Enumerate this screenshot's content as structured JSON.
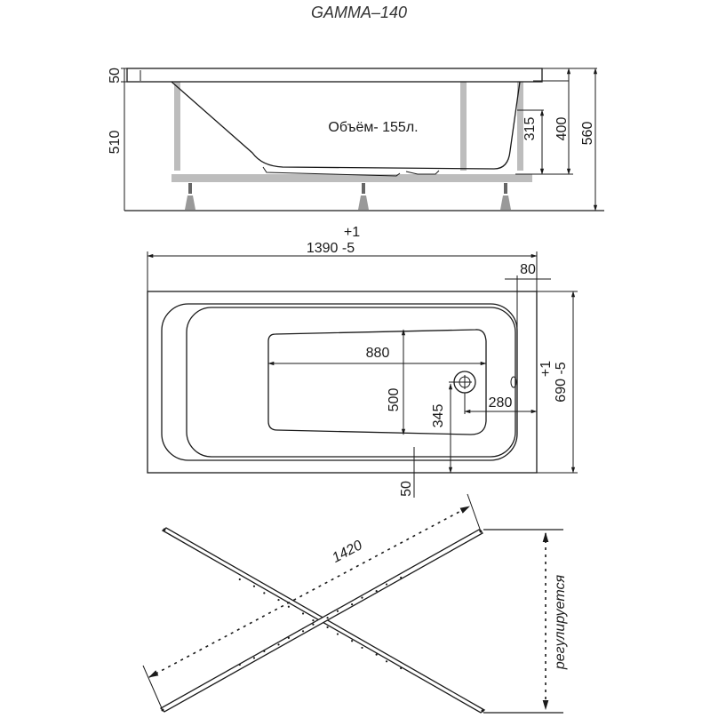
{
  "title": "GAMMA–140",
  "side_view": {
    "volume_label": "Объём- 155л.",
    "dims": {
      "rim_thickness": "50",
      "height_to_rim": "510",
      "overflow_height": "315",
      "inner_depth": "400",
      "total_height": "560"
    }
  },
  "top_view": {
    "length_tol_plus": "+1",
    "length": "1390 -5",
    "rim_offset": "80",
    "bottom_length": "880",
    "bottom_width": "500",
    "drain_from_side": "345",
    "drain_from_end": "280",
    "rim_edge": "50",
    "width_tol_plus": "+1",
    "width": "690 -5"
  },
  "frame_view": {
    "diagonal_length": "1420",
    "adjustable_label": "регулируется"
  }
}
